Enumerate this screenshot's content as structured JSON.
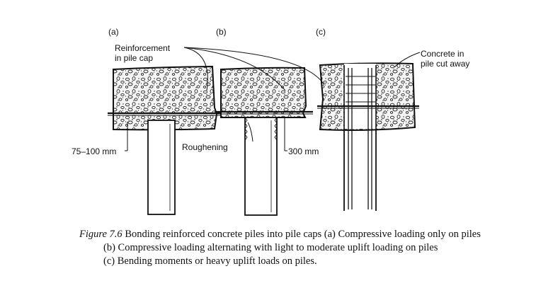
{
  "panels": {
    "a": "(a)",
    "b": "(b)",
    "c": "(c)"
  },
  "labels": {
    "reinforcement_line1": "Reinforcement",
    "reinforcement_line2": "in pile cap",
    "concrete_line1": "Concrete in",
    "concrete_line2": "pile cut away",
    "roughening": "Roughening",
    "dim_left": "75–100 mm",
    "dim_right": "300 mm"
  },
  "caption": {
    "figure_label": "Figure 7.6",
    "line1": "Bonding reinforced concrete piles into pile caps (a) Compressive loading only on piles",
    "line2": "(b) Compressive loading alternating with light to moderate uplift loading on piles",
    "line3": "(c) Bending moments or heavy uplift loads on piles."
  }
}
